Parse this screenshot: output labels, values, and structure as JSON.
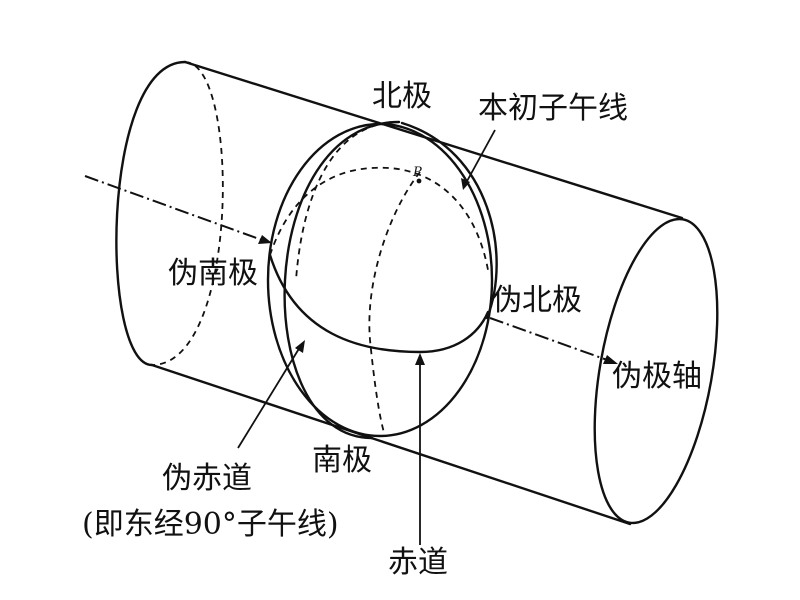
{
  "labels": {
    "north_pole": "北极",
    "prime_meridian": "本初子午线",
    "point_p": "P",
    "pseudo_south_pole": "伪南极",
    "pseudo_north_pole": "伪北极",
    "pseudo_polar_axis": "伪极轴",
    "pseudo_equator": "伪赤道",
    "pseudo_equator_note": "(即东经90°子午线)",
    "south_pole": "南极",
    "equator": "赤道"
  }
}
